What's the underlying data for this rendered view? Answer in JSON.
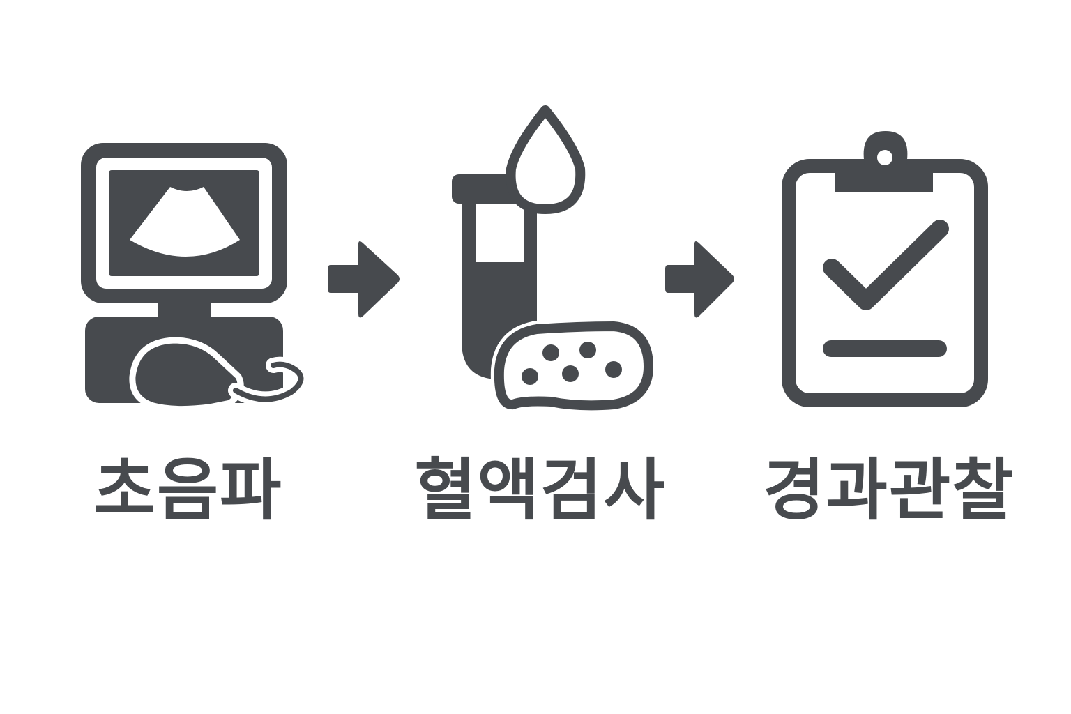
{
  "colors": {
    "icon": "#474a4e",
    "background": "#ffffff"
  },
  "steps": [
    {
      "icon": "ultrasound-machine-icon",
      "label": "초음파"
    },
    {
      "icon": "blood-test-tube-icon",
      "label": "혈액검사"
    },
    {
      "icon": "clipboard-check-icon",
      "label": "경과관찰"
    }
  ],
  "connectors": [
    "arrow-right-icon",
    "arrow-right-icon"
  ]
}
